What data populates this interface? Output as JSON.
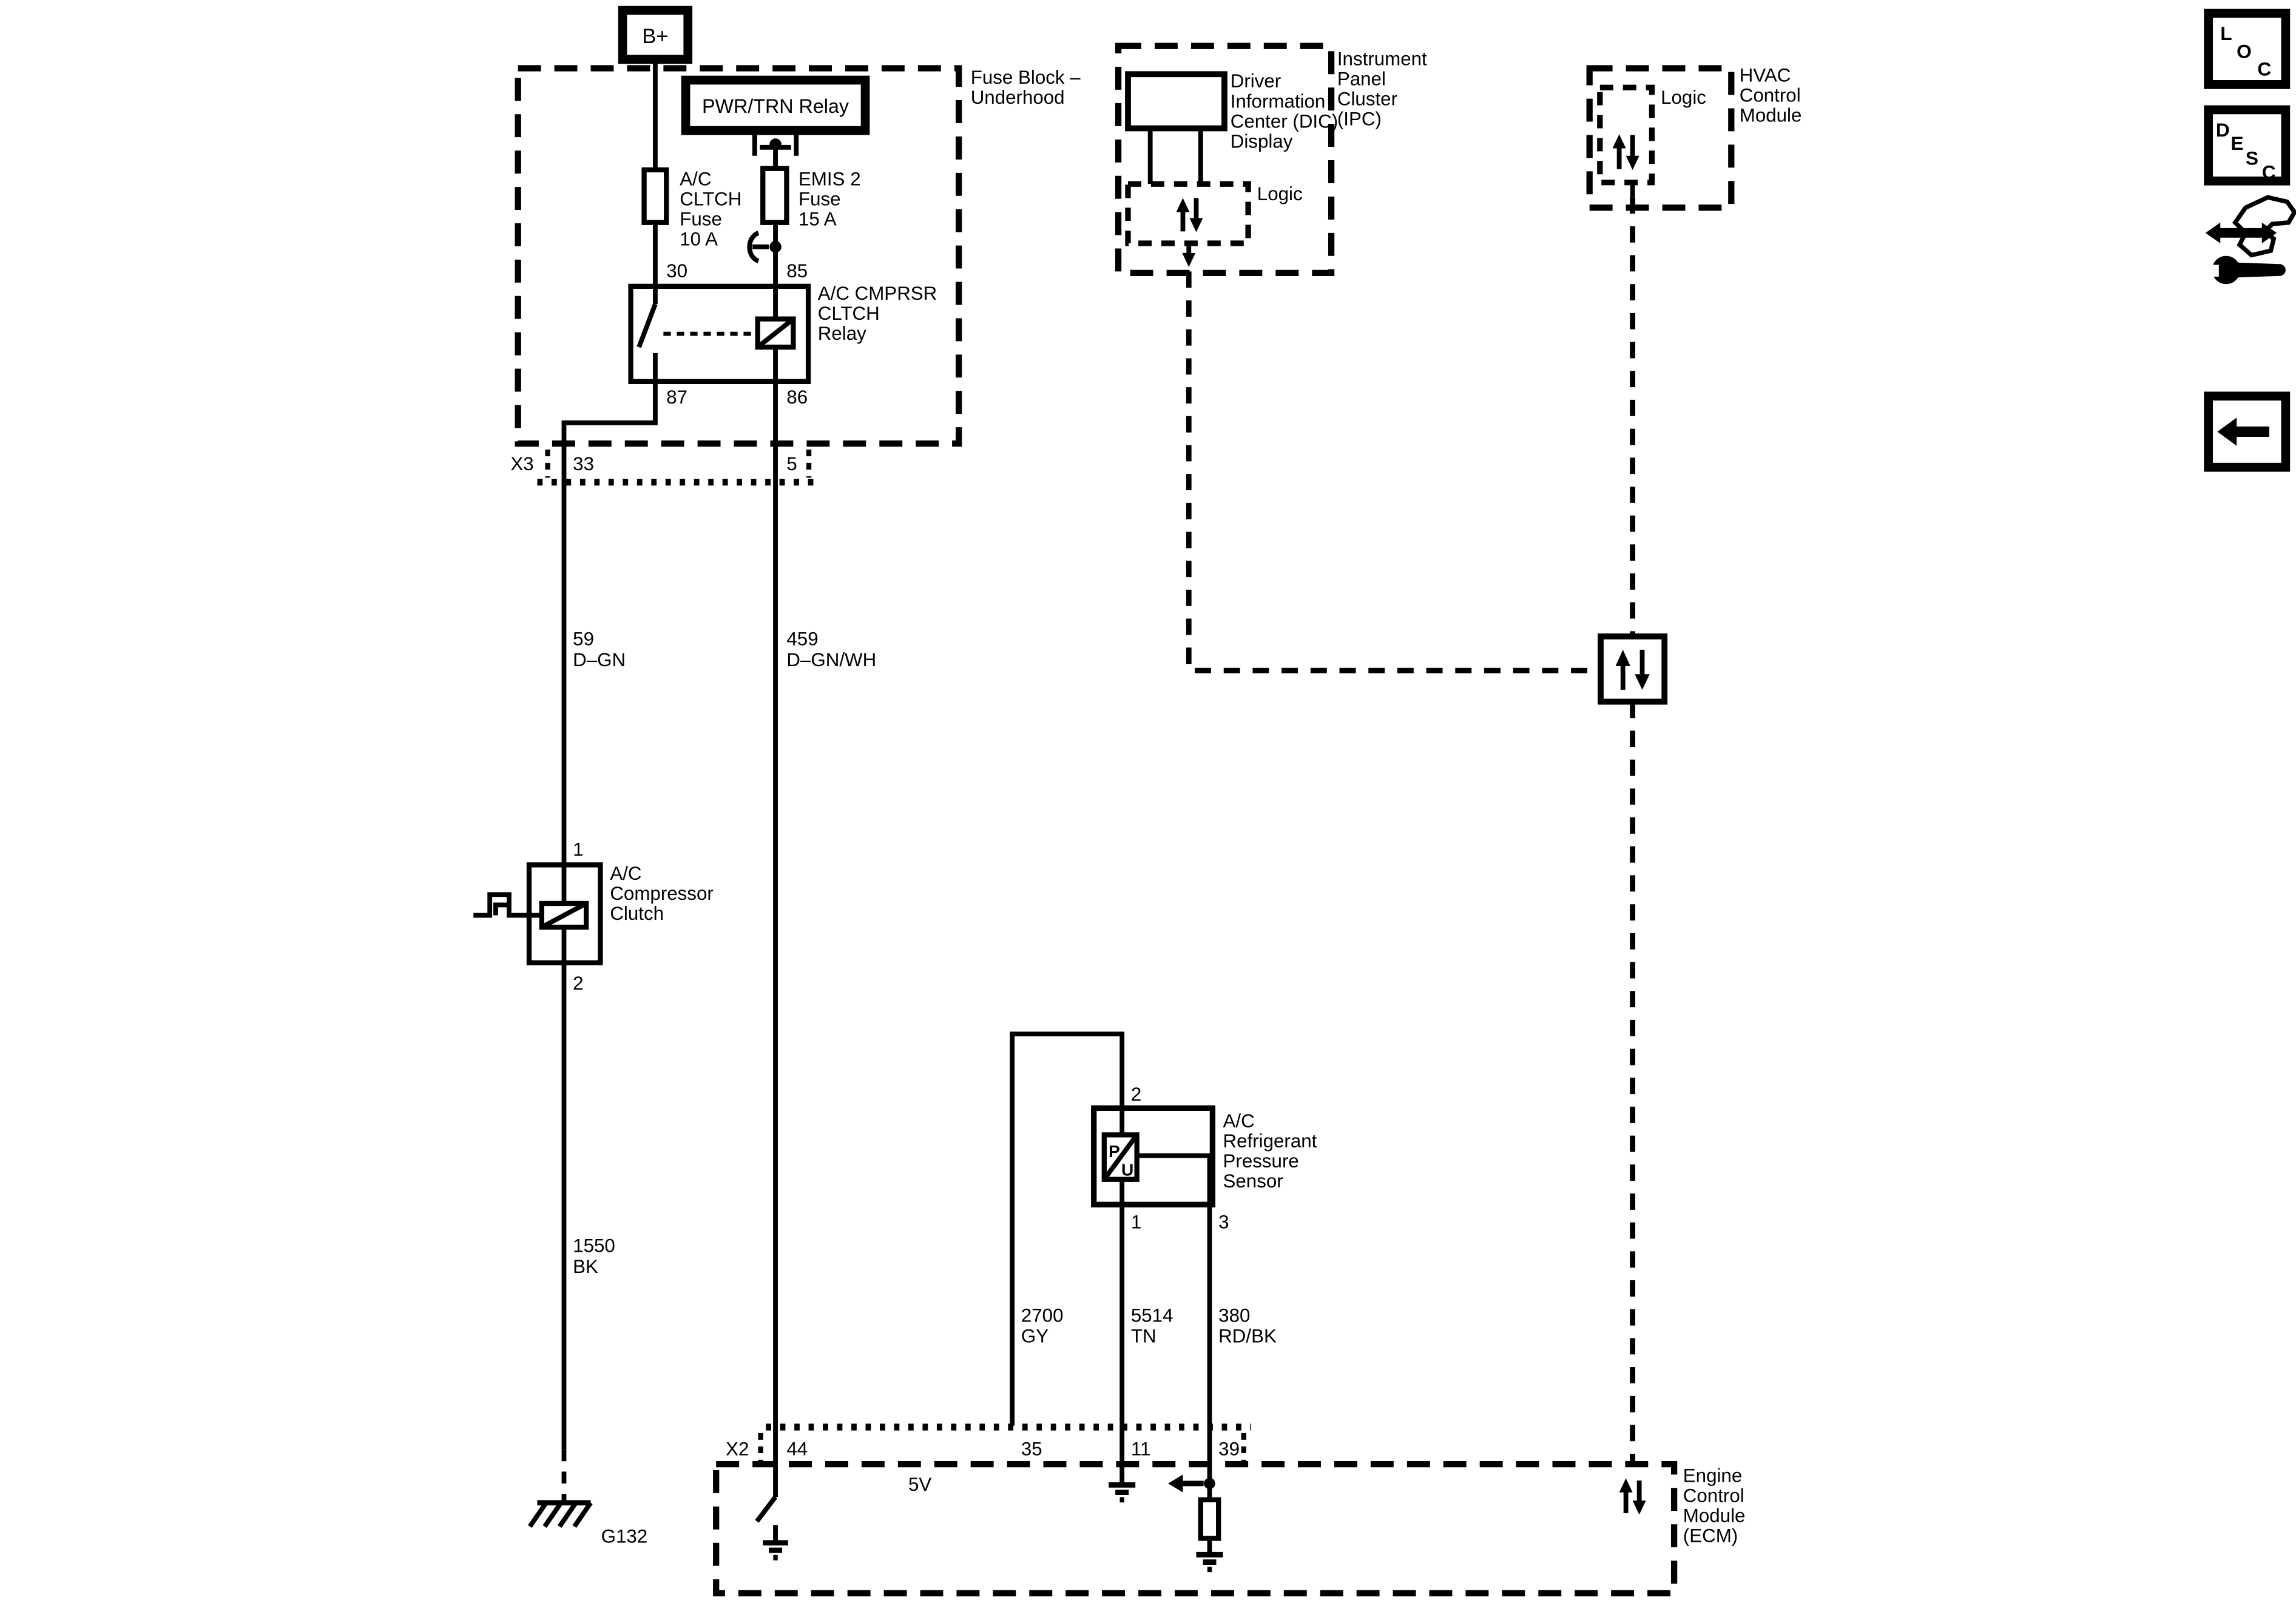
{
  "palette": {
    "ink": "#000000",
    "background": "#ffffff"
  },
  "battery": {
    "label": "B+"
  },
  "fuse_block": {
    "label": [
      "Fuse Block –",
      "Underhood"
    ],
    "pwr_trn_relay_label": "PWR/TRN Relay",
    "ac_cltch_fuse_label": [
      "A/C",
      "CLTCH",
      "Fuse",
      "10 A"
    ],
    "emis2_fuse_label": [
      "EMIS 2",
      "Fuse",
      "15 A"
    ],
    "relay": {
      "label": [
        "A/C CMPRSR",
        "CLTCH",
        "Relay"
      ],
      "pin_30": "30",
      "pin_85": "85",
      "pin_87": "87",
      "pin_86": "86"
    },
    "connector_x3": {
      "label": "X3",
      "pin_33": "33",
      "pin_5": "5"
    }
  },
  "wires": {
    "w59": [
      "59",
      "D–GN"
    ],
    "w459": [
      "459",
      "D–GN/WH"
    ],
    "w1550": [
      "1550",
      "BK"
    ],
    "w2700": [
      "2700",
      "GY"
    ],
    "w5514": [
      "5514",
      "TN"
    ],
    "w380": [
      "380",
      "RD/BK"
    ]
  },
  "compressor_clutch": {
    "label": [
      "A/C",
      "Compressor",
      "Clutch"
    ],
    "pin_1": "1",
    "pin_2": "2"
  },
  "ground": {
    "g132": "G132"
  },
  "ipc": {
    "label": [
      "Instrument",
      "Panel",
      "Cluster",
      "(IPC)"
    ],
    "dic_label": [
      "Driver",
      "Information",
      "Center (DIC)",
      "Display"
    ],
    "logic_label": "Logic"
  },
  "hvac": {
    "label": [
      "HVAC",
      "Control",
      "Module"
    ],
    "logic_label": "Logic"
  },
  "pressure_sensor": {
    "label": [
      "A/C",
      "Refrigerant",
      "Pressure",
      "Sensor"
    ],
    "symbol_p": "P",
    "symbol_u": "U",
    "pin_1": "1",
    "pin_2": "2",
    "pin_3": "3"
  },
  "ecm": {
    "label": [
      "Engine",
      "Control",
      "Module",
      "(ECM)"
    ],
    "supply_5v": "5V",
    "connector_x2": {
      "label": "X2",
      "pin_44": "44",
      "pin_35": "35",
      "pin_11": "11",
      "pin_39": "39"
    }
  },
  "toolbar": {
    "loc_letters": [
      "L",
      "O",
      "C"
    ],
    "desc_letters": [
      "D",
      "E",
      "S",
      "C"
    ]
  }
}
